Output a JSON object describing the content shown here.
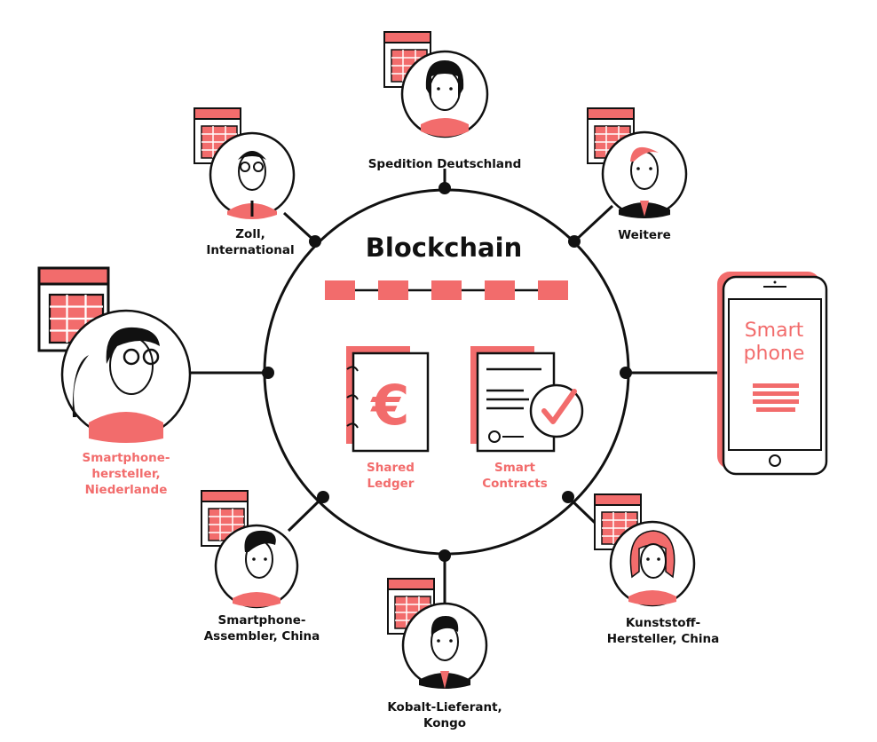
{
  "title": "Blockchain",
  "center": {
    "ledger_label": "Shared\nLedger",
    "contracts_label": "Smart\nContracts",
    "euro_symbol": "€"
  },
  "phone": {
    "label": "Smart\nphone"
  },
  "participants": [
    {
      "id": "spedition",
      "label": "Spedition Deutschland",
      "highlight": false
    },
    {
      "id": "zoll",
      "label": "Zoll,\nInternational",
      "highlight": false
    },
    {
      "id": "weitere",
      "label": "Weitere",
      "highlight": false
    },
    {
      "id": "hersteller",
      "label": "Smartphone-\nhersteller,\nNiederlande",
      "highlight": true
    },
    {
      "id": "assembler",
      "label": "Smartphone-\nAssembler, China",
      "highlight": false
    },
    {
      "id": "kobalt",
      "label": "Kobalt-Lieferant,\nKongo",
      "highlight": false
    },
    {
      "id": "kunststoff",
      "label": "Kunststoff-\nHersteller, China",
      "highlight": false
    }
  ],
  "colors": {
    "accent": "#f26c6c",
    "ink": "#111111"
  }
}
